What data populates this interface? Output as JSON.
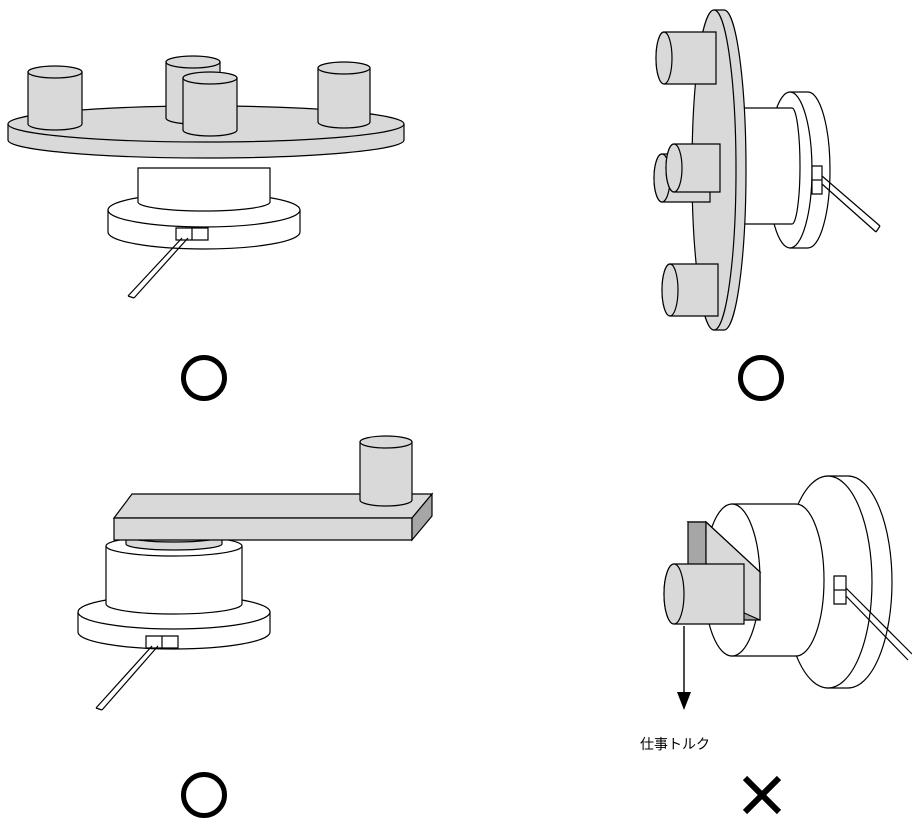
{
  "figures": [
    {
      "id": "fig-tl",
      "verdict": "ok"
    },
    {
      "id": "fig-tr",
      "verdict": "ok"
    },
    {
      "id": "fig-bl",
      "verdict": "ok"
    },
    {
      "id": "fig-br",
      "verdict": "ng",
      "torque_label": "仕事トルク"
    }
  ],
  "colors": {
    "part_fill": "#d9d9d9",
    "part_dark": "#a6a6a6",
    "base_fill": "#ffffff",
    "stroke": "#000000"
  }
}
